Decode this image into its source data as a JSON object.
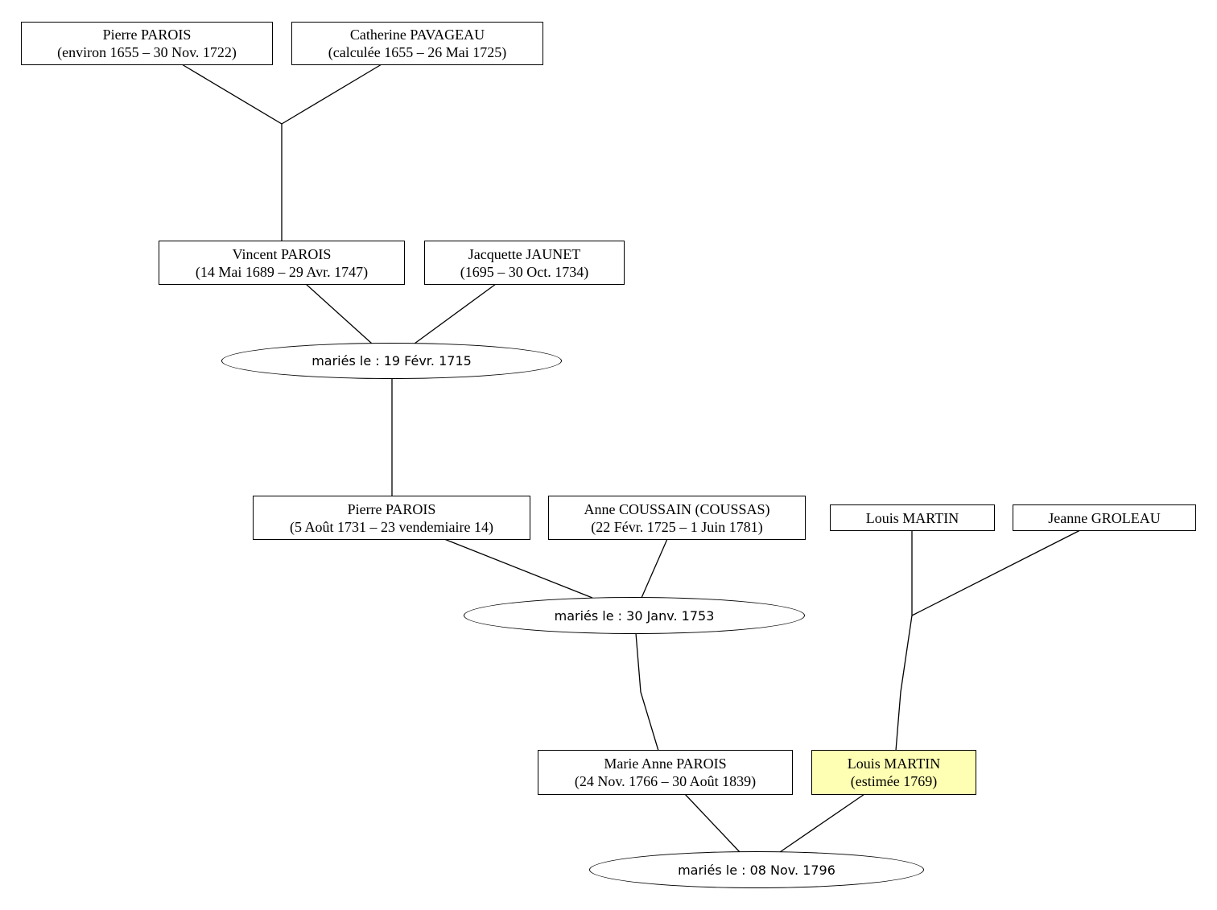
{
  "persons": {
    "pierre_parois_1": {
      "name": "Pierre PAROIS",
      "dates": "(environ 1655 – 30 Nov. 1722)"
    },
    "catherine_pavageau": {
      "name": "Catherine PAVAGEAU",
      "dates": "(calculée 1655 – 26 Mai 1725)"
    },
    "vincent_parois": {
      "name": "Vincent PAROIS",
      "dates": "(14 Mai 1689 – 29 Avr. 1747)"
    },
    "jacquette_jaunet": {
      "name": "Jacquette JAUNET",
      "dates": "(1695 – 30 Oct. 1734)"
    },
    "pierre_parois_2": {
      "name": "Pierre PAROIS",
      "dates": "(5 Août 1731 – 23 vendemiaire 14)"
    },
    "anne_coussain": {
      "name": "Anne COUSSAIN (COUSSAS)",
      "dates": "(22 Févr. 1725 – 1 Juin 1781)"
    },
    "louis_martin_1": {
      "name": "Louis MARTIN"
    },
    "jeanne_groleau": {
      "name": "Jeanne GROLEAU"
    },
    "marie_anne_parois": {
      "name": "Marie Anne PAROIS",
      "dates": "(24 Nov. 1766 – 30 Août 1839)"
    },
    "louis_martin_2": {
      "name": "Louis MARTIN",
      "dates": "(estimée 1769)"
    }
  },
  "marriages": {
    "m1715": "mariés le : 19 Févr. 1715",
    "m1753": "mariés le : 30 Janv. 1753",
    "m1796": "mariés le : 08 Nov. 1796"
  },
  "colors": {
    "highlight": "#ffffb3",
    "line": "#000000"
  }
}
